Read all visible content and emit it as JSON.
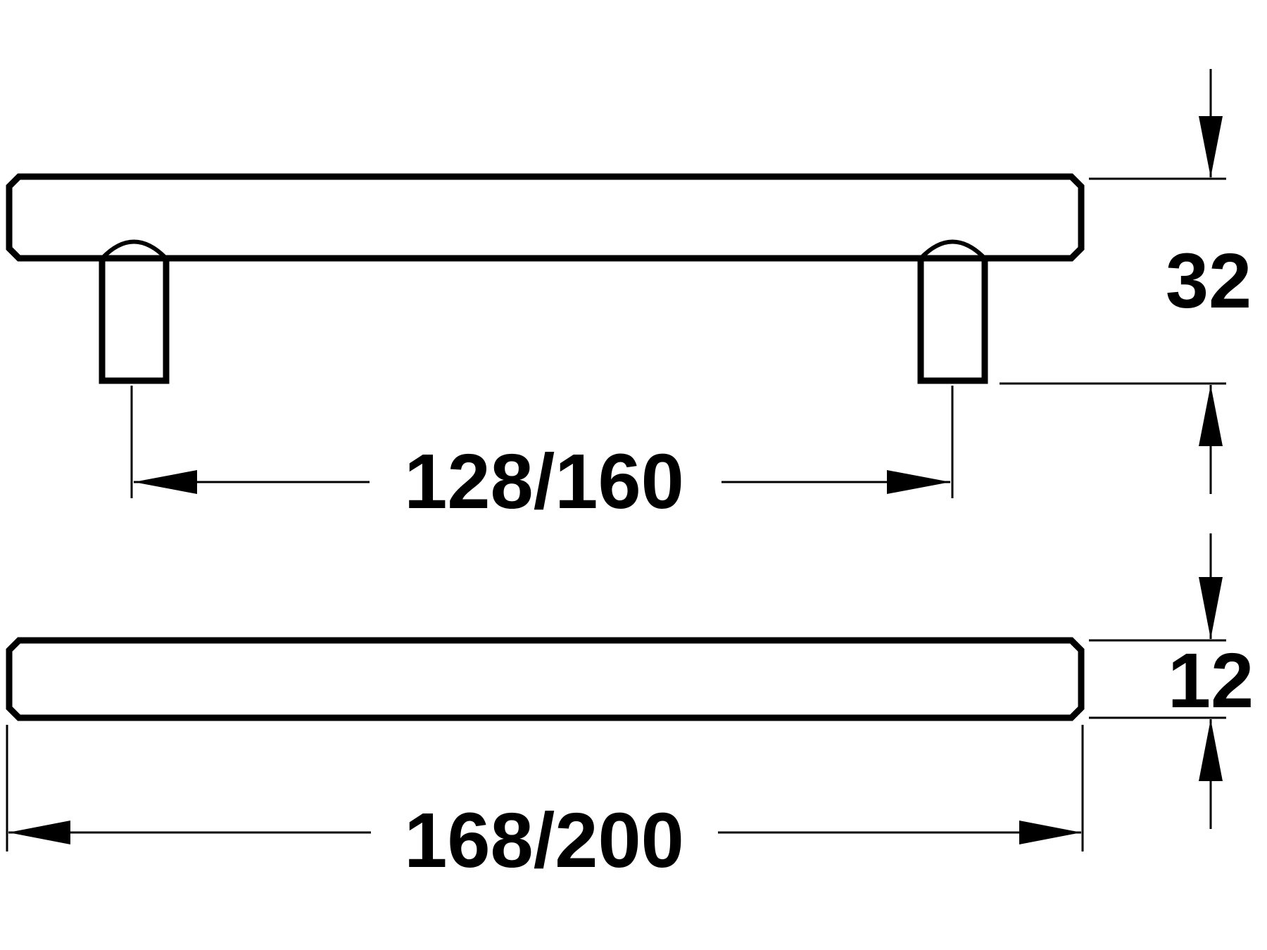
{
  "drawing": {
    "dimensions": {
      "height_side": "32",
      "hole_centers": "128/160",
      "bar_thickness": "12",
      "overall_length": "168/200"
    },
    "line_color": "#000000",
    "background_color": "#ffffff"
  }
}
